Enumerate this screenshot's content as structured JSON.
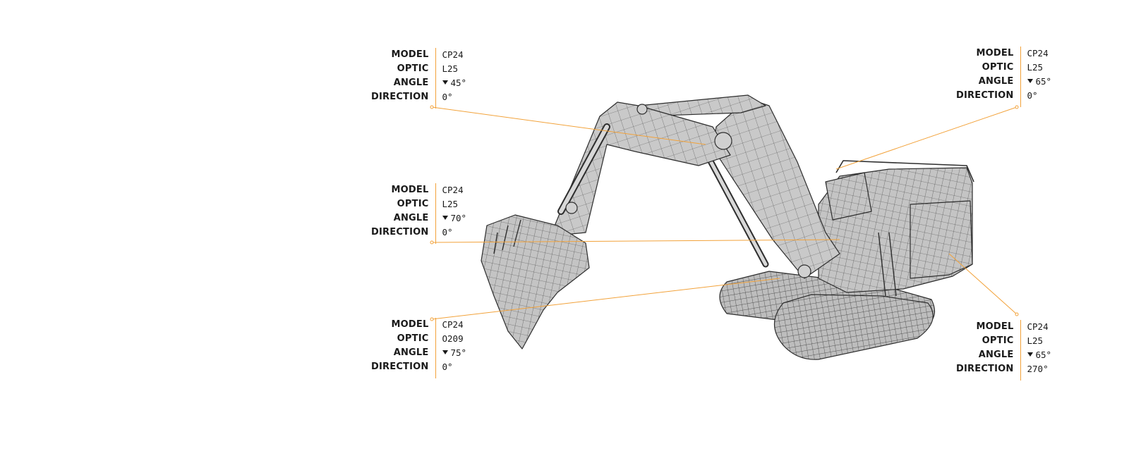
{
  "labels": {
    "model": "MODEL",
    "optic": "OPTIC",
    "angle": "ANGLE",
    "direction": "DIRECTION"
  },
  "colors": {
    "leader": "#f2a23a",
    "machine_fill": "#c9c9c9",
    "machine_mesh": "#4a4a4a"
  },
  "callouts": [
    {
      "id": "top-left",
      "model": "CP24",
      "optic": "L25",
      "angle": "45°",
      "direction": "0°"
    },
    {
      "id": "mid-left",
      "model": "CP24",
      "optic": "L25",
      "angle": "70°",
      "direction": "0°"
    },
    {
      "id": "bottom-left",
      "model": "CP24",
      "optic": "O209",
      "angle": "75°",
      "direction": "0°"
    },
    {
      "id": "top-right",
      "model": "CP24",
      "optic": "L25",
      "angle": "65°",
      "direction": "0°"
    },
    {
      "id": "bottom-right",
      "model": "CP24",
      "optic": "L25",
      "angle": "65°",
      "direction": "270°"
    }
  ]
}
